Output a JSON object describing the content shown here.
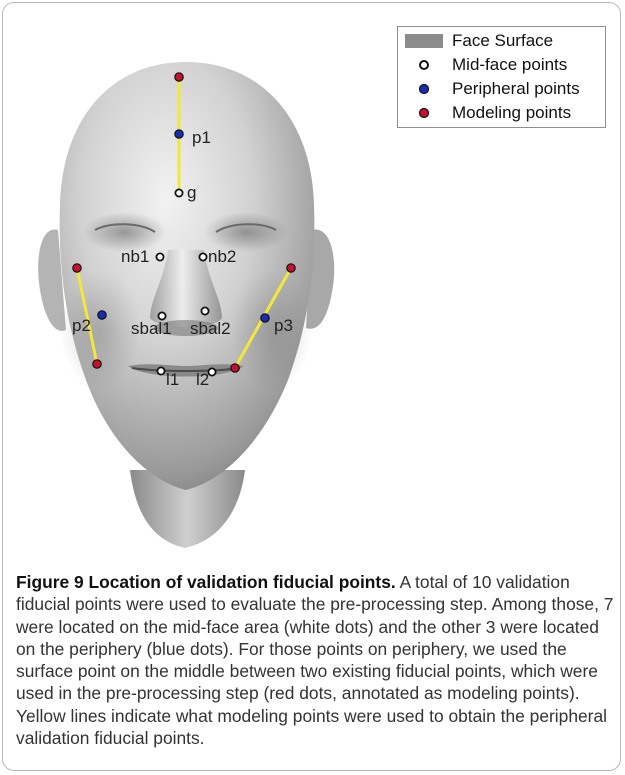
{
  "legend": {
    "items": [
      {
        "label": "Face Surface",
        "key": "swatch",
        "color": "#8c8c8c"
      },
      {
        "label": "Mid-face points",
        "key": "white-dot",
        "color": "#ffffff"
      },
      {
        "label": "Peripheral points",
        "key": "blue-dot",
        "color": "#1a2bb5"
      },
      {
        "label": "Modeling points",
        "key": "red-dot",
        "color": "#c8102e"
      }
    ]
  },
  "points": {
    "p1": "p1",
    "g": "g",
    "nb1": "nb1",
    "nb2": "nb2",
    "p2": "p2",
    "p3": "p3",
    "sbal1": "sbal1",
    "sbal2": "sbal2",
    "l1": "l1",
    "l2": "l2"
  },
  "colors": {
    "line": "#f2e83a",
    "modeling": "#c8102e",
    "peripheral": "#1a2bb5",
    "midface": "#ffffff"
  },
  "caption": {
    "title": "Figure 9 Location of validation fiducial points.",
    "body": " A total of 10 validation fiducial points were used to evaluate the pre-processing step. Among those, 7 were located on the mid-face area (white dots) and the other 3 were located on the periphery (blue dots). For those points on periphery, we used the surface point on the middle between two existing fiducial points, which were used in the pre-processing step (red dots, annotated as modeling points). Yellow lines indicate what modeling points were used to obtain the peripheral validation fiducial points."
  }
}
